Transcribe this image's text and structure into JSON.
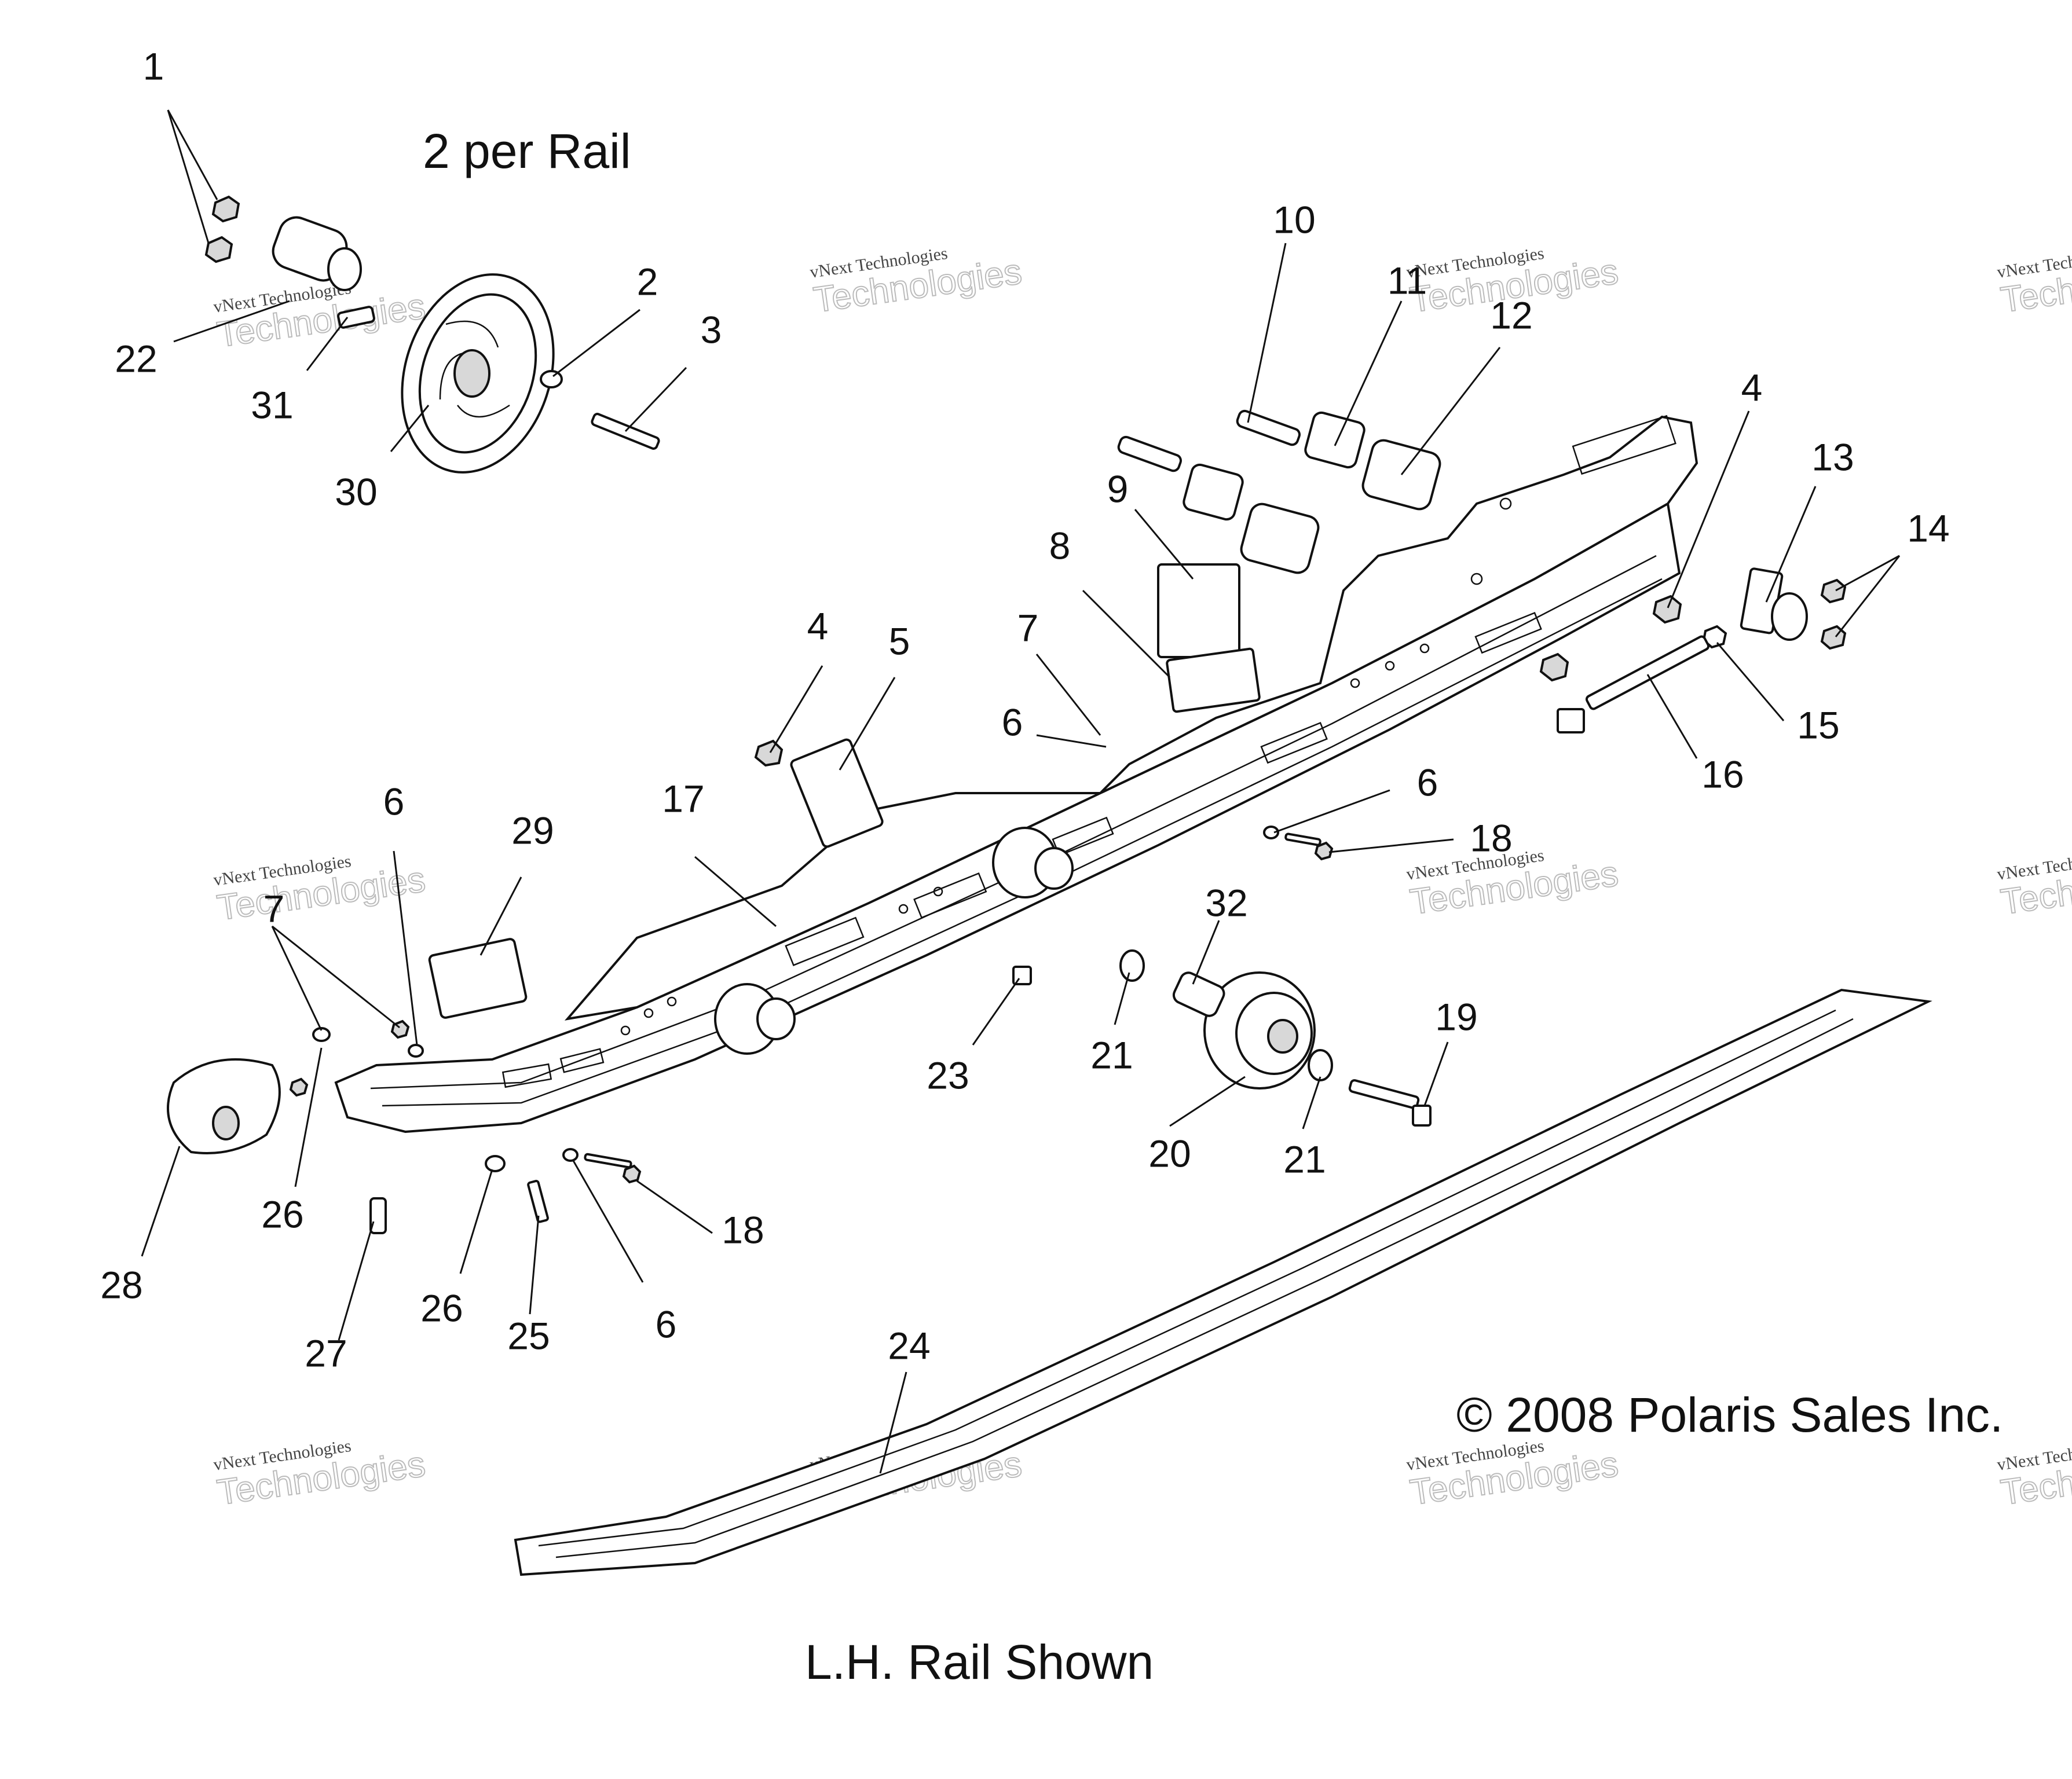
{
  "diagram": {
    "caption_per_rail": "2 per Rail",
    "caption_view": "L.H. Rail Shown",
    "copyright": "© 2008 Polaris Sales Inc.",
    "watermark_line1": "vNext Technologies",
    "watermark_line2": "Technologies",
    "callouts": [
      {
        "id": "c1",
        "text": "1"
      },
      {
        "id": "c2",
        "text": "2"
      },
      {
        "id": "c3",
        "text": "3"
      },
      {
        "id": "c22",
        "text": "22"
      },
      {
        "id": "c31",
        "text": "31"
      },
      {
        "id": "c30",
        "text": "30"
      },
      {
        "id": "c10",
        "text": "10"
      },
      {
        "id": "c11",
        "text": "11"
      },
      {
        "id": "c12",
        "text": "12"
      },
      {
        "id": "c4a",
        "text": "4"
      },
      {
        "id": "c13",
        "text": "13"
      },
      {
        "id": "c14",
        "text": "14"
      },
      {
        "id": "c9",
        "text": "9"
      },
      {
        "id": "c8",
        "text": "8"
      },
      {
        "id": "c7a",
        "text": "7"
      },
      {
        "id": "c6a",
        "text": "6"
      },
      {
        "id": "c4b",
        "text": "4"
      },
      {
        "id": "c5",
        "text": "5"
      },
      {
        "id": "c15",
        "text": "15"
      },
      {
        "id": "c16",
        "text": "16"
      },
      {
        "id": "c6b",
        "text": "6"
      },
      {
        "id": "c18a",
        "text": "18"
      },
      {
        "id": "c17",
        "text": "17"
      },
      {
        "id": "c6c",
        "text": "6"
      },
      {
        "id": "c29",
        "text": "29"
      },
      {
        "id": "c7b",
        "text": "7"
      },
      {
        "id": "c32",
        "text": "32"
      },
      {
        "id": "c19",
        "text": "19"
      },
      {
        "id": "c21a",
        "text": "21"
      },
      {
        "id": "c23",
        "text": "23"
      },
      {
        "id": "c20",
        "text": "20"
      },
      {
        "id": "c21b",
        "text": "21"
      },
      {
        "id": "c26a",
        "text": "26"
      },
      {
        "id": "c28",
        "text": "28"
      },
      {
        "id": "c18b",
        "text": "18"
      },
      {
        "id": "c26b",
        "text": "26"
      },
      {
        "id": "c27",
        "text": "27"
      },
      {
        "id": "c25",
        "text": "25"
      },
      {
        "id": "c6d",
        "text": "6"
      },
      {
        "id": "c24",
        "text": "24"
      }
    ]
  }
}
